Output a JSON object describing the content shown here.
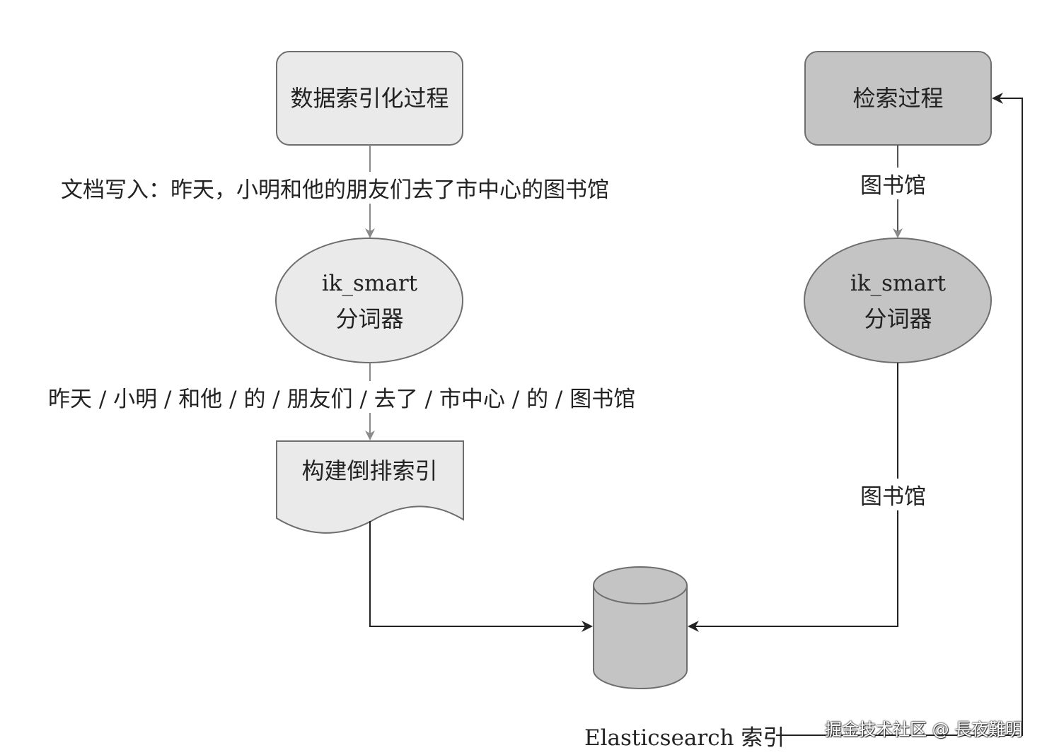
{
  "left_flow": {
    "box_title": "数据索引化过程",
    "doc_label": "文档写入：昨天，小明和他的朋友们去了市中心的图书馆",
    "tokenizer_line1": "ik_smart",
    "tokenizer_line2": "分词器",
    "tokens_label": "昨天 / 小明 / 和他 / 的 / 朋友们 / 去了 / 市中心 / 的 / 图书馆",
    "build_index": "构建倒排索引"
  },
  "right_flow": {
    "box_title": "检索过程",
    "query_label_top": "图书馆",
    "tokenizer_line1": "ik_smart",
    "tokenizer_line2": "分词器",
    "query_label_bottom": "图书馆"
  },
  "database": {
    "label": "Elasticsearch 索引"
  },
  "watermark": "掘金技术社区 @ 長夜難明",
  "colors": {
    "light_fill": "#eaeaea",
    "dark_fill": "#c4c4c4",
    "stroke": "#6e6e6e",
    "arrow_gray": "#8a8a8a",
    "arrow_dark": "#222222"
  }
}
